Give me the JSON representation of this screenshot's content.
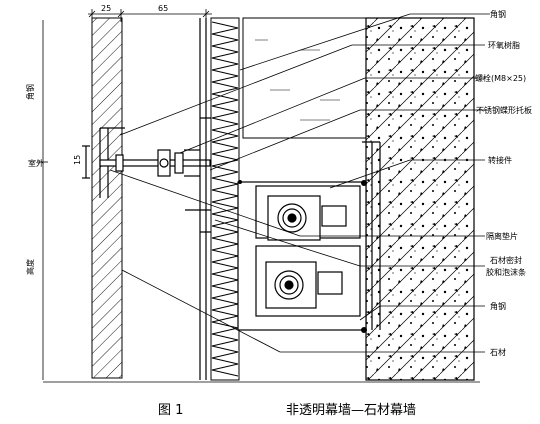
{
  "dimensions": {
    "d1": "25",
    "d2": "65",
    "d3": "15"
  },
  "side_labels": {
    "upper": "角钢",
    "middle": "室外",
    "lower": "高度"
  },
  "labels": {
    "l1": "角钢",
    "l2": "环氧树脂",
    "l3": "螺栓(M8×25)",
    "l4": "不锈钢蝶形托板",
    "l5": "转接件",
    "l6": "隔离垫片",
    "l7a": "石材密封",
    "l7b": "胶和泡沫条",
    "l8": "角钢",
    "l9": "石材"
  },
  "caption": {
    "figure": "图 1",
    "title": "非透明幕墙—石材幕墙"
  }
}
